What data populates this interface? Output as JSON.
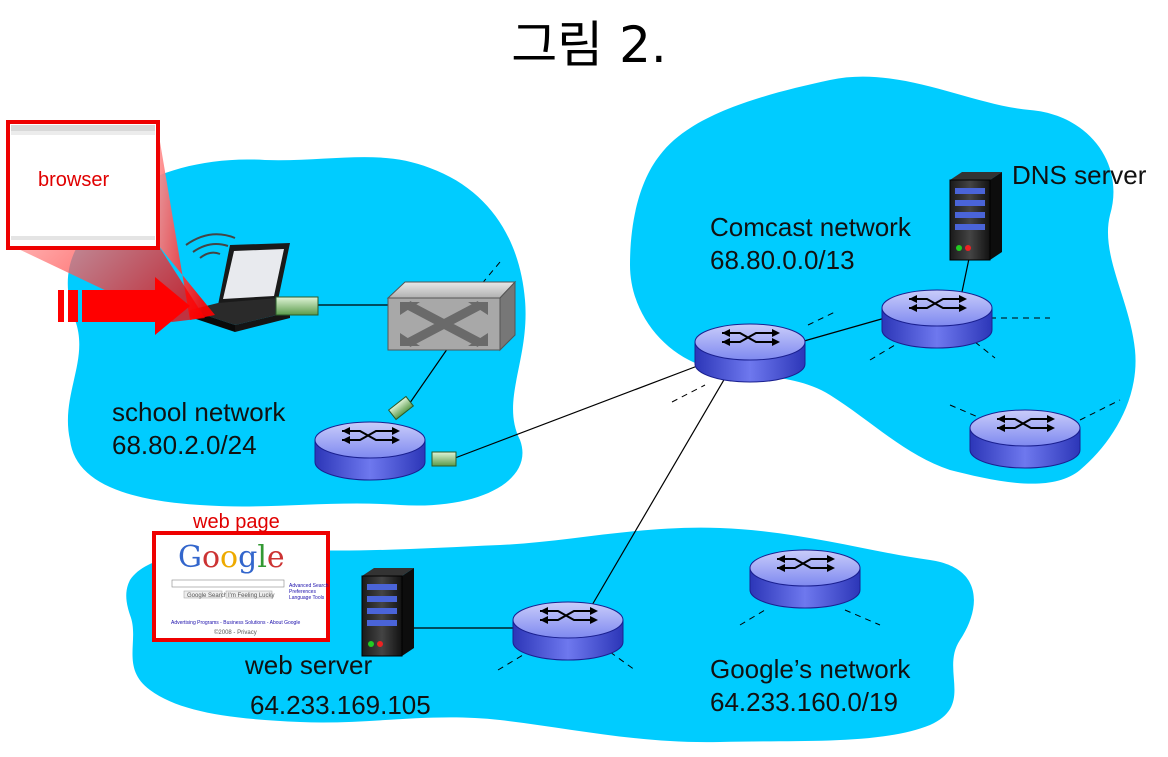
{
  "title": "그림 2.",
  "school_network": {
    "name": "school network",
    "prefix": "68.80.2.0/24"
  },
  "comcast_network": {
    "name": "Comcast network",
    "prefix": "68.80.0.0/13"
  },
  "google_network": {
    "name": "Google’s network",
    "prefix": "64.233.160.0/19"
  },
  "dns_server": {
    "label": "DNS server"
  },
  "web_server": {
    "label": "web server",
    "ip": "64.233.169.105"
  },
  "browser": {
    "label": "browser"
  },
  "web_page": {
    "label": "web page",
    "logo": [
      "G",
      "o",
      "o",
      "g",
      "l",
      "e"
    ],
    "logo_colors": [
      "#3366cc",
      "#cc3333",
      "#eeaa00",
      "#3366cc",
      "#339933",
      "#cc3333"
    ],
    "buttons": [
      "Google Search",
      "I'm Feeling Lucky"
    ],
    "side_links": [
      "Advanced Search",
      "Preferences",
      "Language Tools"
    ],
    "footer_links": "Advertising Programs - Business Solutions - About Google",
    "copyright": "©2008 - Privacy"
  },
  "colors": {
    "cloud": "#00ccff",
    "router": "#5563e8",
    "alert": "#ff0000"
  }
}
